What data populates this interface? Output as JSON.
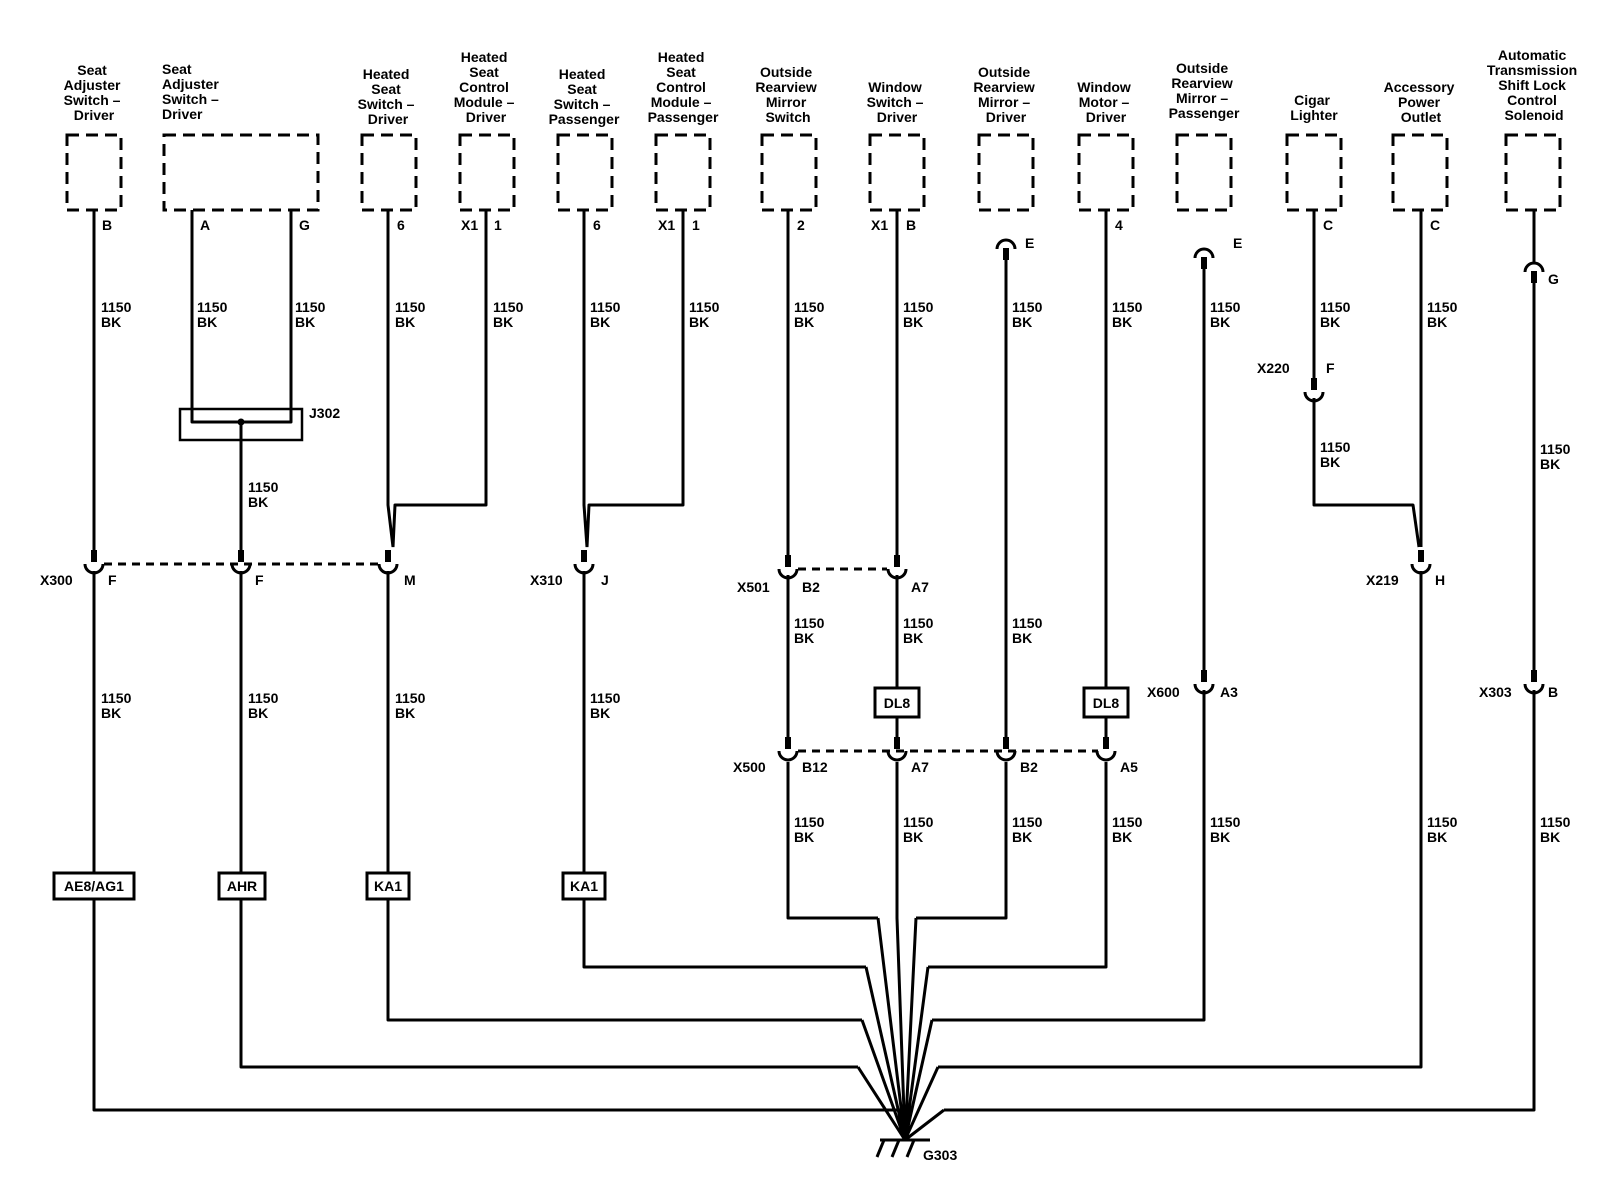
{
  "components": [
    {
      "id": "seat-adj-driver-1",
      "label": [
        "Seat",
        "Adjuster",
        "Switch –",
        "Driver"
      ]
    },
    {
      "id": "seat-adj-driver-2",
      "label": [
        "Seat",
        "Adjuster",
        "Switch –",
        "Driver"
      ]
    },
    {
      "id": "heated-seat-sw-driver",
      "label": [
        "Heated",
        "Seat",
        "Switch –",
        "Driver"
      ]
    },
    {
      "id": "heated-seat-cm-driver",
      "label": [
        "Heated",
        "Seat",
        "Control",
        "Module –",
        "Driver"
      ]
    },
    {
      "id": "heated-seat-sw-pass",
      "label": [
        "Heated",
        "Seat",
        "Switch –",
        "Passenger"
      ]
    },
    {
      "id": "heated-seat-cm-pass",
      "label": [
        "Heated",
        "Seat",
        "Control",
        "Module –",
        "Passenger"
      ]
    },
    {
      "id": "outside-mirror-switch",
      "label": [
        "Outside",
        "Rearview",
        "Mirror",
        "Switch"
      ]
    },
    {
      "id": "window-switch-driver",
      "label": [
        "Window",
        "Switch –",
        "Driver"
      ]
    },
    {
      "id": "outside-mirror-driver",
      "label": [
        "Outside",
        "Rearview",
        "Mirror –",
        "Driver"
      ]
    },
    {
      "id": "window-motor-driver",
      "label": [
        "Window",
        "Motor –",
        "Driver"
      ]
    },
    {
      "id": "outside-mirror-pass",
      "label": [
        "Outside",
        "Rearview",
        "Mirror –",
        "Passenger"
      ]
    },
    {
      "id": "cigar-lighter",
      "label": [
        "Cigar",
        "Lighter"
      ]
    },
    {
      "id": "accessory-outlet",
      "label": [
        "Accessory",
        "Power",
        "Outlet"
      ]
    },
    {
      "id": "shift-lock-solenoid",
      "label": [
        "Automatic",
        "Transmission",
        "Shift Lock",
        "Control",
        "Solenoid"
      ]
    }
  ],
  "pins": {
    "seat_adj_1": "B",
    "seat_adj_2_a": "A",
    "seat_adj_2_g": "G",
    "hs_drv": "6",
    "hcm_drv_conn": "X1",
    "hcm_drv_pin": "1",
    "hs_pass": "6",
    "hcm_pass_conn": "X1",
    "hcm_pass_pin": "1",
    "mirror_switch": "2",
    "window_sw_conn": "X1",
    "window_sw_pin": "B",
    "mirror_drv": "E",
    "window_motor": "4",
    "mirror_pass": "E",
    "cigar": "C",
    "outlet": "C",
    "shift_lock": "G"
  },
  "wire": {
    "gauge": "1150",
    "color": "BK"
  },
  "splice": "J302",
  "connectors": {
    "x300": {
      "name": "X300",
      "pins": [
        "F",
        "F",
        "M"
      ]
    },
    "x310": {
      "name": "X310",
      "pin": "J"
    },
    "x501": {
      "name": "X501",
      "pins": [
        "B2",
        "A7"
      ]
    },
    "x500": {
      "name": "X500",
      "pins": [
        "B12",
        "A7",
        "B2",
        "A5"
      ]
    },
    "x600": {
      "name": "X600",
      "pin": "A3"
    },
    "x220": {
      "name": "X220",
      "pin": "F"
    },
    "x219": {
      "name": "X219",
      "pin": "H"
    },
    "x303": {
      "name": "X303",
      "pin": "B"
    }
  },
  "options": {
    "ae6": "AE8/AG1",
    "ahr": "AHR",
    "ka1_a": "KA1",
    "ka1_b": "KA1",
    "dl8_a": "DL8",
    "dl8_b": "DL8"
  },
  "ground": "G303"
}
